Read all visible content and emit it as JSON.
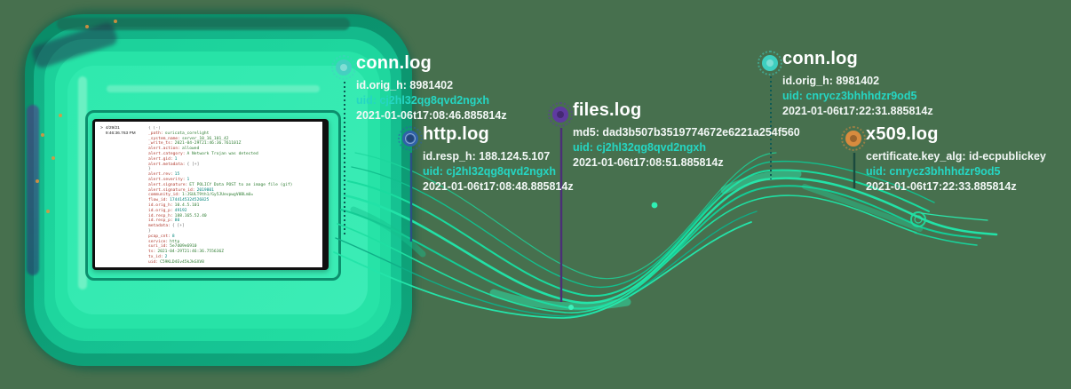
{
  "background_color": "#47704E",
  "accent_colors": {
    "wave_teal": "#1fdfa2",
    "frame_green": "#22dda2",
    "uid_teal": "#25d6c3",
    "label_white": "#ffffff",
    "terminal_key_red": "#b03a2e",
    "terminal_string_green": "#2e7d32",
    "terminal_number_teal": "#00857c"
  },
  "icons": {
    "card_pin": "pin-dot-icon"
  },
  "cards": [
    {
      "slug": "conn1",
      "title": "conn.log",
      "field": "id.orig_h: 8981402",
      "uid": "uid: cj2hl32qg8qvd2ngxh",
      "ts": "2021-01-06t17:08:46.885814z",
      "accent": "#45cfc1"
    },
    {
      "slug": "http",
      "title": "http.log",
      "field": "id.resp_h: 188.124.5.107",
      "uid": "uid: cj2hl32qg8qvd2ngxh",
      "ts": "2021-01-06t17:08:48.885814z",
      "accent": "#2f62a8"
    },
    {
      "slug": "files",
      "title": "files.log",
      "field": "md5: dad3b507b3519774672e6221a254f560",
      "uid": "uid: cj2hl32qg8qvd2ngxh",
      "ts": "2021-01-06t17:08:51.885814z",
      "accent": "#5f3aa0"
    },
    {
      "slug": "conn2",
      "title": "conn.log",
      "field": "id.orig_h: 8981402",
      "uid": "uid: cnrycz3bhhhdzr9od5",
      "ts": "2021-01-06t17:22:31.885814z",
      "accent": "#3ecfc0"
    },
    {
      "slug": "x509",
      "title": "x509.log",
      "field": "certificate.key_alg: id-ecpublickey",
      "uid": "uid: cnrycz3bhhhdzr9od5",
      "ts": "2021-01-06t17:22:33.885814z",
      "accent": "#d88b3e"
    }
  ],
  "terminal": {
    "chevron": ">",
    "date": "4/29/21",
    "time": "9:46:36.763 PM",
    "lines": [
      {
        "key": "",
        "value": "{ [-]",
        "type": "brace"
      },
      {
        "key": "_path:",
        "value": "suricata_corelight",
        "type": "str"
      },
      {
        "key": "_system_name:",
        "value": "server_10_16_101_42",
        "type": "str"
      },
      {
        "key": "_write_ts:",
        "value": "2021-04-29T21:46:36.761101Z",
        "type": "str"
      },
      {
        "key": "alert.action:",
        "value": "allowed",
        "type": "str"
      },
      {
        "key": "alert.category:",
        "value": "A Network Trojan was detected",
        "type": "str"
      },
      {
        "key": "alert.gid:",
        "value": "1",
        "type": "num"
      },
      {
        "key": "alert.metadata:",
        "value": "{ [+]",
        "type": "brace"
      },
      {
        "key": "",
        "value": "}",
        "type": "brace"
      },
      {
        "key": "alert.rev:",
        "value": "15",
        "type": "num"
      },
      {
        "key": "alert.severity:",
        "value": "1",
        "type": "num"
      },
      {
        "key": "alert.signature:",
        "value": "ET POLICY Data POST to an image file (gif)",
        "type": "str"
      },
      {
        "key": "alert.signature_id:",
        "value": "2019801",
        "type": "num"
      },
      {
        "key": "community_id:",
        "value": "1:JSULT9th1/Gy5JUevpwgV0BLmU=",
        "type": "str"
      },
      {
        "key": "flow_id:",
        "value": "1744145324526825",
        "type": "num"
      },
      {
        "key": "id.orig_h:",
        "value": "10.4.5.101",
        "type": "str"
      },
      {
        "key": "id.orig_p:",
        "value": "49192",
        "type": "num"
      },
      {
        "key": "id.resp_h:",
        "value": "188.165.52.40",
        "type": "str"
      },
      {
        "key": "id.resp_p:",
        "value": "80",
        "type": "num"
      },
      {
        "key": "metadata:",
        "value": "{ [+]",
        "type": "brace"
      },
      {
        "key": "",
        "value": "}",
        "type": "brace"
      },
      {
        "key": "pcap_cnt:",
        "value": "8",
        "type": "num"
      },
      {
        "key": "service:",
        "value": "http",
        "type": "str"
      },
      {
        "key": "suri_id:",
        "value": "5e7d09e6910",
        "type": "str"
      },
      {
        "key": "ts:",
        "value": "2021-04-29T21:46:36.755636Z",
        "type": "str"
      },
      {
        "key": "tx_id:",
        "value": "2",
        "type": "num"
      },
      {
        "key": "uid:",
        "value": "C59KLD4Ev45kJkGXV8",
        "type": "str"
      }
    ]
  }
}
